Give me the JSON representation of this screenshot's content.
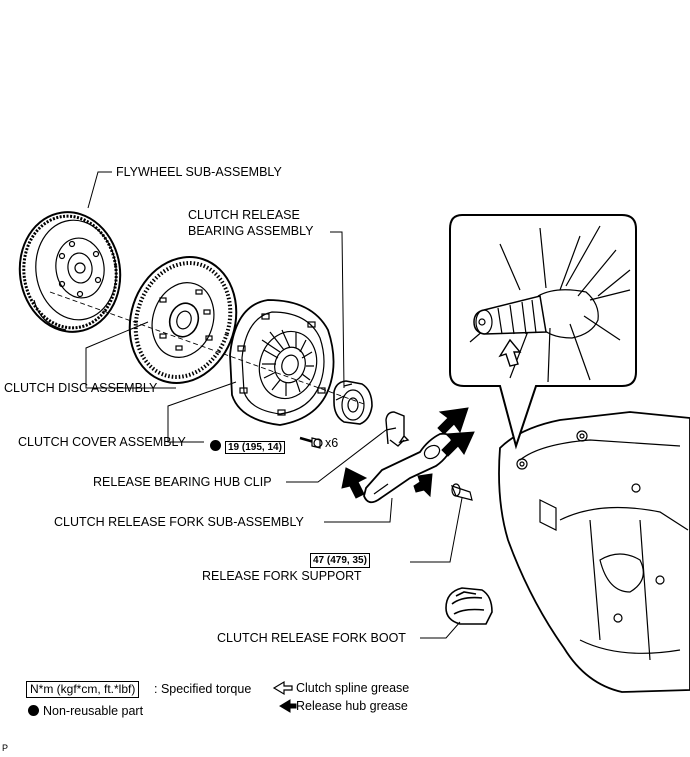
{
  "labels": {
    "flywheel": "FLYWHEEL SUB-ASSEMBLY",
    "release_bearing_1": "CLUTCH RELEASE",
    "release_bearing_2": "BEARING ASSEMBLY",
    "clutch_disc": "CLUTCH DISC ASSEMBLY",
    "clutch_cover": "CLUTCH COVER ASSEMBLY",
    "hub_clip": "RELEASE BEARING HUB CLIP",
    "fork": "CLUTCH RELEASE FORK SUB-ASSEMBLY",
    "fork_support": "RELEASE FORK SUPPORT",
    "fork_boot": "CLUTCH RELEASE FORK BOOT"
  },
  "torques": {
    "cover_bolt": "19 (195, 14)",
    "fork_support": "47 (479, 35)"
  },
  "bolt_count": "x6",
  "legend": {
    "torque_box": "N*m (kgf*cm, ft.*lbf)",
    "torque_text": ": Specified torque",
    "nonreusable_text": "Non-reusable part",
    "spline_grease_text": "Clutch spline grease",
    "hub_grease_text": "Release hub grease"
  },
  "corner_mark": "P"
}
